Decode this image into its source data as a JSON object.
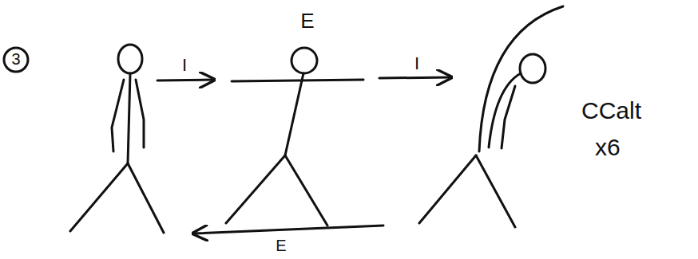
{
  "diagram": {
    "labels": [
      "3",
      "I",
      "E",
      "I",
      "E",
      "CCalt",
      "x6"
    ]
  }
}
